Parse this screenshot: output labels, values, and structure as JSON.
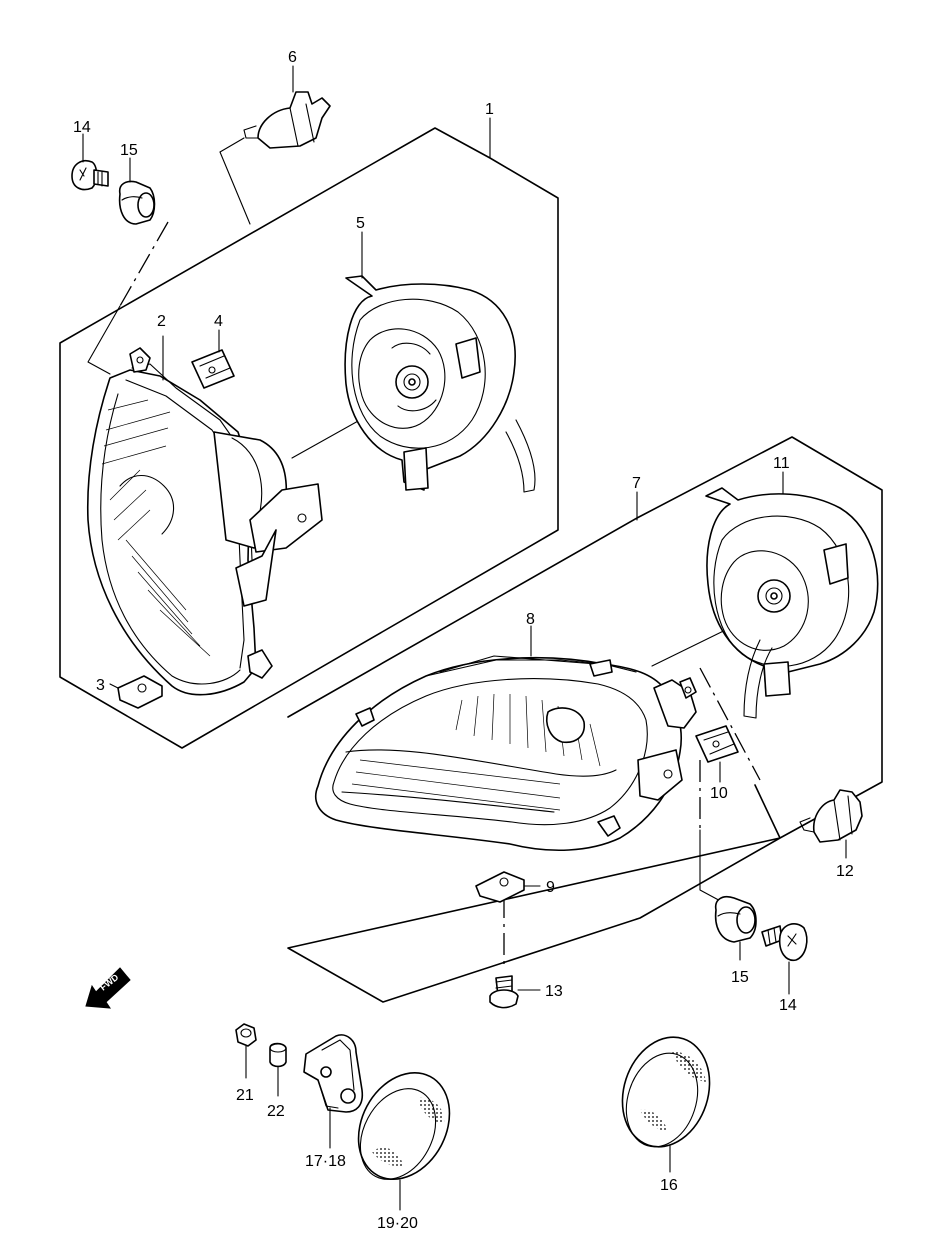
{
  "callouts": {
    "c1": "1",
    "c2": "2",
    "c3": "3",
    "c4": "4",
    "c5": "5",
    "c6": "6",
    "c7": "7",
    "c8": "8",
    "c9": "9",
    "c10": "10",
    "c11": "11",
    "c12": "12",
    "c13": "13",
    "c14a": "14",
    "c14b": "14",
    "c15a": "15",
    "c15b": "15",
    "c16": "16",
    "c17_18": "17·18",
    "c19_20": "19·20",
    "c21": "21",
    "c22": "22"
  },
  "direction_marker": {
    "label": "FWD",
    "icon": "fwd-arrow-icon"
  }
}
